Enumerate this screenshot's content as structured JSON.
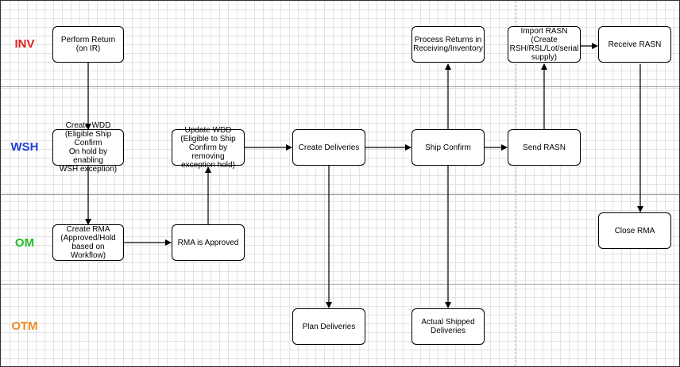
{
  "colors": {
    "inv": "#e02020",
    "wsh": "#1f3fd8",
    "om": "#22bb22",
    "otm": "#f08a24"
  },
  "lanes": {
    "inv": "INV",
    "wsh": "WSH",
    "om": "OM",
    "otm": "OTM"
  },
  "nodes": {
    "perform_return": "Perform Return\n(on IR)",
    "create_wdd": "Create WDD\n(Eligible Ship Confirm\nOn hold by enabling\nWSH exception)",
    "create_rma": "Create RMA\n(Approved/Hold\nbased on Workflow)",
    "rma_approved": "RMA is Approved",
    "update_wdd": "Update WDD\n(Eligible to Ship\nConfirm by removing\nexception hold)",
    "create_deliveries": "Create Deliveries",
    "plan_deliveries": "Plan Deliveries",
    "ship_confirm": "Ship Confirm",
    "actual_shipped": "Actual Shipped\nDeliveries",
    "process_returns": "Process Returns in\nReceiving/Inventory",
    "send_rasn": "Send RASN",
    "import_rasn": "Import RASN\n(Create\nRSH/RSL/Lot/serial\nsupply)",
    "receive_rasn": "Receive RASN",
    "close_rma": "Close RMA"
  }
}
